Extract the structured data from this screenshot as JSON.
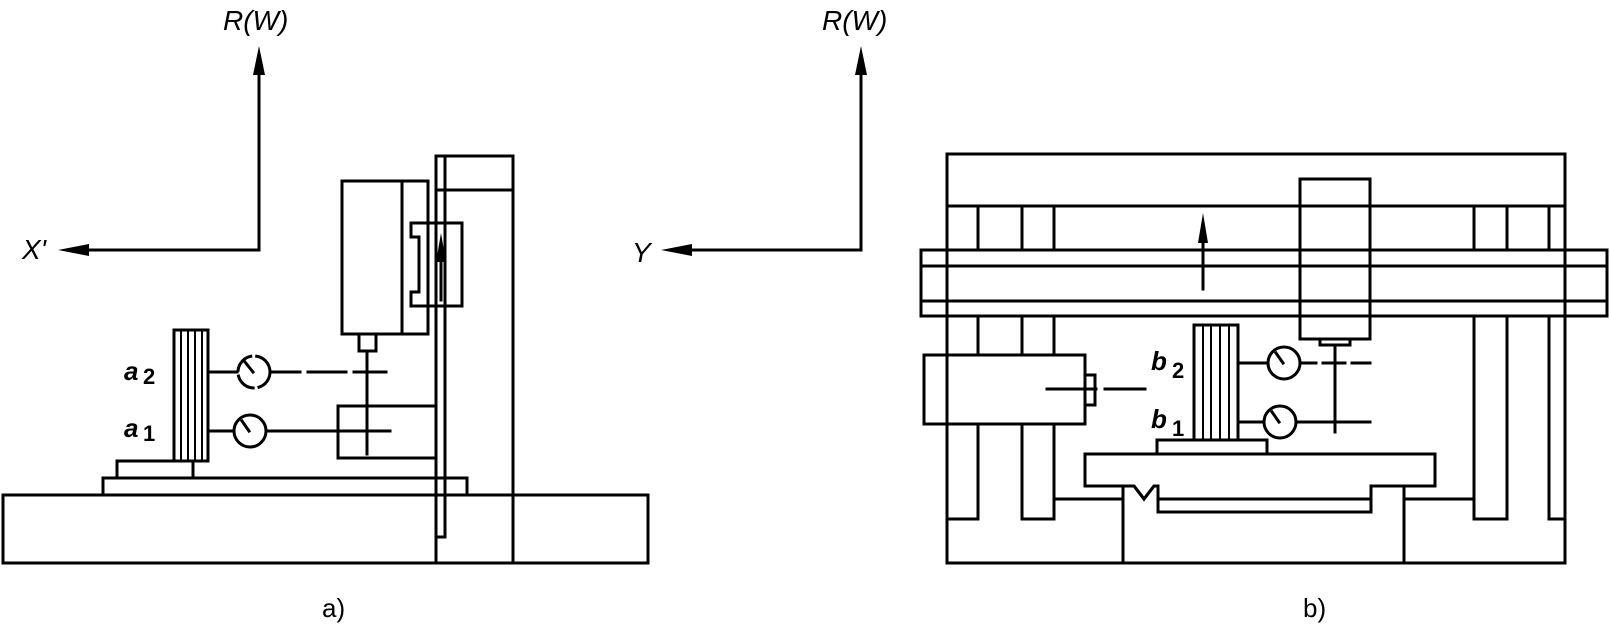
{
  "figure": {
    "panels": [
      {
        "id": "a",
        "caption": "a)",
        "axes": {
          "vertical": "R(W)",
          "horizontal": "X'"
        },
        "indicators": [
          {
            "letter": "a",
            "index": "2"
          },
          {
            "letter": "a",
            "index": "1"
          }
        ]
      },
      {
        "id": "b",
        "caption": "b)",
        "axes": {
          "vertical": "R(W)",
          "horizontal": "Y"
        },
        "indicators": [
          {
            "letter": "b",
            "index": "2"
          },
          {
            "letter": "b",
            "index": "1"
          }
        ]
      }
    ]
  },
  "colors": {
    "line": "#000000",
    "background": "#ffffff"
  }
}
